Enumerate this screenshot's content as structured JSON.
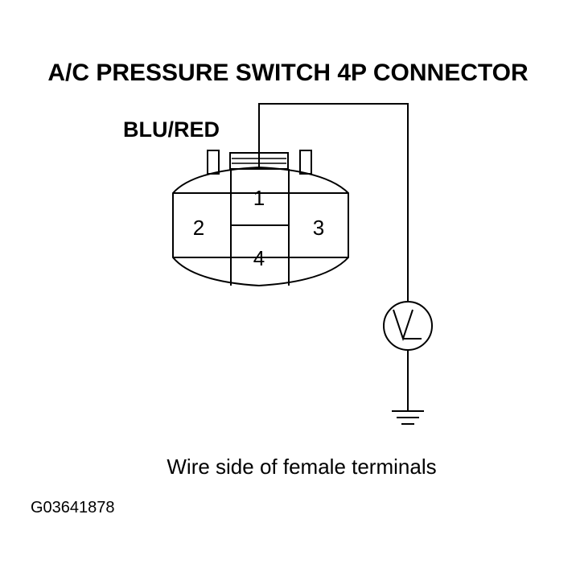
{
  "title": "A/C PRESSURE SWITCH 4P CONNECTOR",
  "wire_color_label": "BLU/RED",
  "terminals": [
    {
      "number": "1"
    },
    {
      "number": "2"
    },
    {
      "number": "3"
    },
    {
      "number": "4"
    }
  ],
  "meter_symbol": "V",
  "caption": "Wire side of female terminals",
  "figure_code": "G03641878",
  "icons": [
    "voltmeter-icon",
    "ground-icon"
  ]
}
